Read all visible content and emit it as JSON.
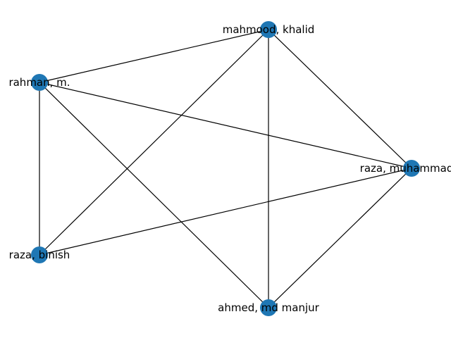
{
  "graph": {
    "node_color": "#1f77b4",
    "edge_color": "#000000",
    "nodes": [
      {
        "id": "mahmood",
        "label": "mahmood, khalid"
      },
      {
        "id": "rahman",
        "label": "rahman, m."
      },
      {
        "id": "raza_m",
        "label": "raza, muhammad a"
      },
      {
        "id": "raza_b",
        "label": "raza, binish"
      },
      {
        "id": "ahmed",
        "label": "ahmed, md manjur"
      }
    ],
    "edges": [
      [
        "mahmood",
        "rahman"
      ],
      [
        "mahmood",
        "raza_m"
      ],
      [
        "mahmood",
        "raza_b"
      ],
      [
        "mahmood",
        "ahmed"
      ],
      [
        "rahman",
        "raza_m"
      ],
      [
        "rahman",
        "raza_b"
      ],
      [
        "rahman",
        "ahmed"
      ],
      [
        "raza_m",
        "raza_b"
      ],
      [
        "raza_m",
        "ahmed"
      ]
    ]
  }
}
